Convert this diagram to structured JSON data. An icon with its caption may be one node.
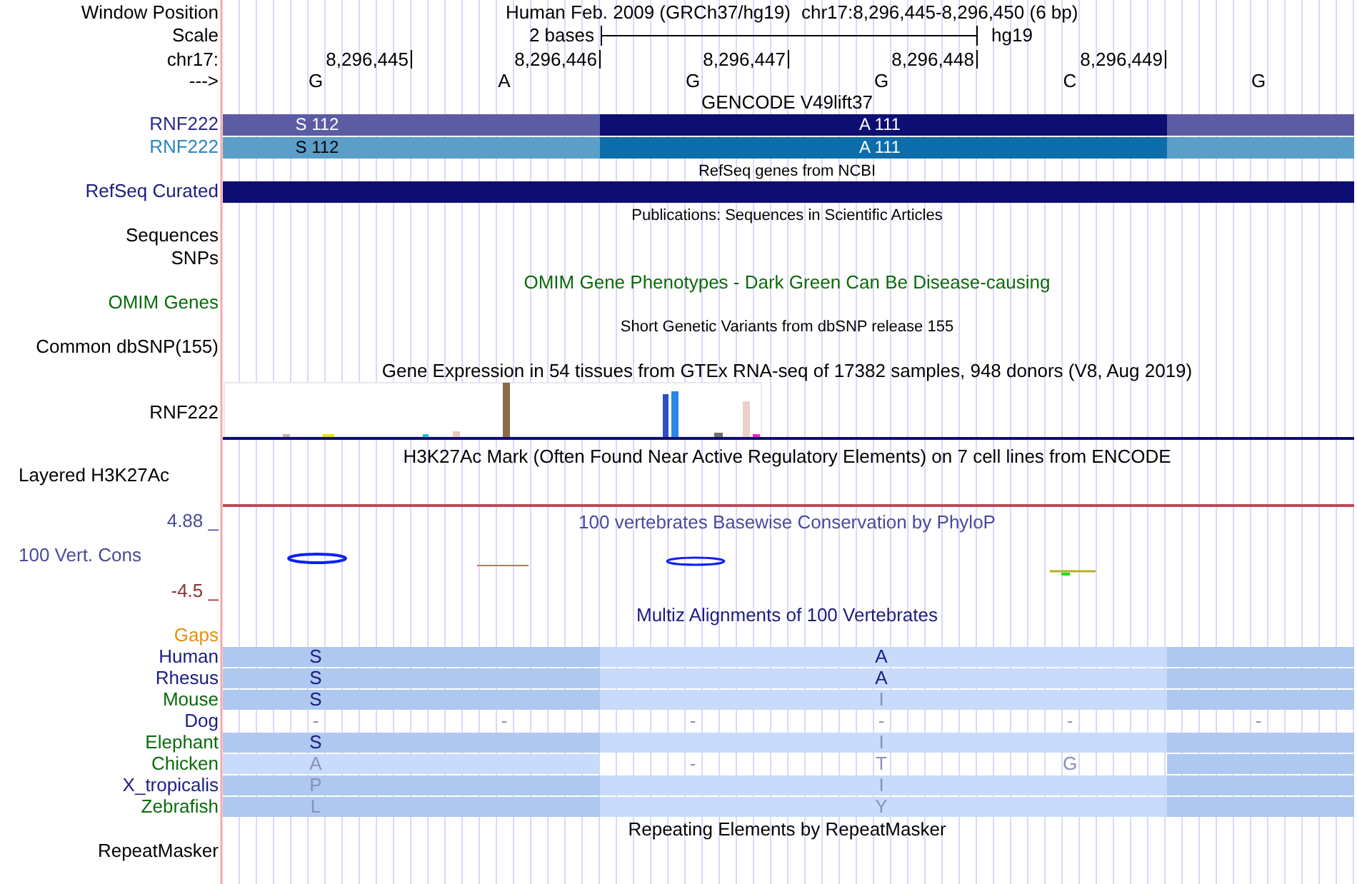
{
  "diagram": {
    "nodes": [
      {
        "text": [
          "S 112"
        ]
      },
      {
        "text": [
          "A 111"
        ]
      },
      {
        "text": [],
        "shape": "bar"
      },
      {
        "text": [
          "S 112"
        ]
      },
      {
        "text": [
          "A 111"
        ]
      },
      {
        "text": [],
        "shape": "bar"
      },
      {
        "text": [],
        "shape": "bar"
      }
    ],
    "labels": [
      "Window Position",
      "Human Feb. 2009 (GRCh37/hg19)",
      "chr17:8,296,445-8,296,450 (6 bp)",
      "Scale",
      "2 bases",
      "hg19",
      "chr17:",
      "8,296,445",
      "8,296,446",
      "8,296,447",
      "8,296,448",
      "8,296,449",
      "--->",
      "G",
      "A",
      "G",
      "G",
      "C",
      "G",
      "GENCODE V49lift37",
      "RNF222",
      "RNF222",
      "RefSeq genes from NCBI",
      "RefSeq Curated",
      "Publications: Sequences in Scientific Articles",
      "Sequences",
      "SNPs",
      "OMIM Gene Phenotypes - Dark Green Can Be Disease-causing",
      "OMIM Genes",
      "Short Genetic Variants from dbSNP release 155",
      "Common dbSNP(155)",
      "Gene Expression in 54 tissues from GTEx RNA-seq of 17382 samples, 948 donors (V8, Aug 2019)",
      "RNF222",
      "H3K27Ac Mark (Often Found Near Active Regulatory Elements) on 7 cell lines from ENCODE",
      "Layered H3K27Ac",
      "4.88 _",
      "100 vertebrates Basewise Conservation by PhyloP",
      "100 Vert. Cons",
      "-4.5 _",
      "Multiz Alignments of 100 Vertebrates",
      "Gaps",
      "Human",
      "S",
      "A",
      "Rhesus",
      "S",
      "A",
      "Mouse",
      "S",
      "I",
      "Dog",
      "-",
      "-",
      "-",
      "-",
      "-",
      "-",
      "Elephant",
      "S",
      "I",
      "Chicken",
      "A",
      "-",
      "T",
      "G",
      "X_tropicalis",
      "P",
      "I",
      "Zebrafish",
      "L",
      "Y",
      "Repeating Elements by RepeatMasker",
      "RepeatMasker"
    ]
  }
}
